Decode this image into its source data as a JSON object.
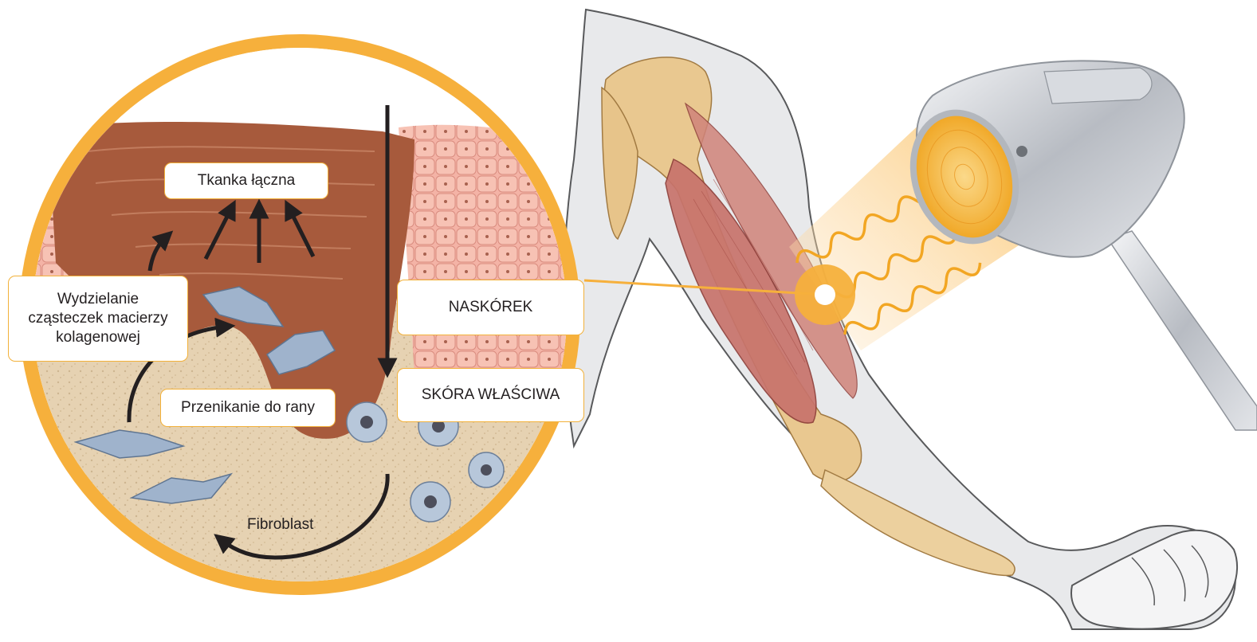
{
  "labels": {
    "connective_tissue": "Tkanka łączna",
    "collagen_secretion_1": "Wydzielanie",
    "collagen_secretion_2": "cząsteczek macierzy",
    "collagen_secretion_3": "kolagenowej",
    "wound_penetration": "Przenikanie do rany",
    "epidermis": "NASKÓREK",
    "dermis": "SKÓRA WŁAŚCIWA",
    "fibroblast": "Fibroblast"
  },
  "colors": {
    "ring": "#f6b03c",
    "label_border": "#f2b13a",
    "wound_tissue": "#a75a3c",
    "dermis_background": "#e3cfae",
    "epidermis_cells": "#f2a89b",
    "fibroblast": "#9fb3cc",
    "arm_silhouette": "#e8e9eb",
    "muscle": "#c8736c",
    "bone": "#e9c890",
    "light_beam": "#fbd08a",
    "device_body": "#c9ccd1"
  },
  "icons": [
    "arrow-up-icon",
    "arrow-down-icon",
    "curved-arrow-icon",
    "wave-icon",
    "laser-device-icon"
  ]
}
